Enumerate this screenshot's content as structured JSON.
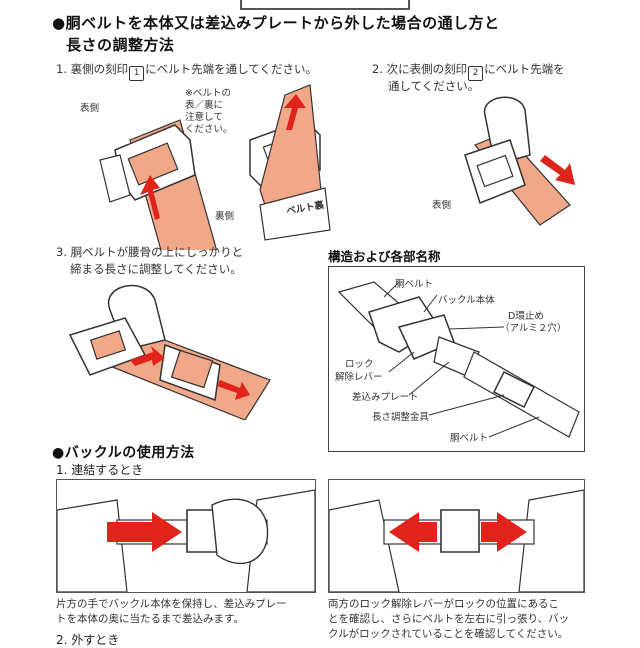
{
  "section1": {
    "title_line1": "●胴ベルトを本体又は差込みプレートから外した場合の通し方と",
    "title_line2": "長さの調整方法",
    "step1_pre": "1. 裏側の刻印",
    "step1_mark": "1",
    "step1_post": "にベルト先端を通してください。",
    "step1_note": [
      "※ベルトの",
      "表／裏に",
      "注意して",
      "ください。"
    ],
    "step1_label_front": "表側",
    "step1_label_back": "裏側",
    "step1_belt_text": "ベルト裏",
    "step2_pre": "2. 次に表側の刻印",
    "step2_mark": "2",
    "step2_post": "にベルト先端を",
    "step2_line2": "通してください。",
    "step2_label_back": "表側",
    "step3_line1": "3. 胴ベルトが腰骨の上にしっかりと",
    "step3_line2": "締まる長さに調整してください。"
  },
  "structure": {
    "title": "構造および各部名称",
    "parts": {
      "belt_top": "胴ベルト",
      "buckle_body": "バックル本体",
      "d_ring_1": "D環止め",
      "d_ring_2": "（アルミ２穴）",
      "lock_1": "ロック",
      "lock_2": "解除レバー",
      "plate": "差込みプレート",
      "adjuster": "長さ調整金具",
      "belt_bottom": "胴ベルト"
    }
  },
  "section2": {
    "title": "●バックルの使用方法",
    "subtitle": "1. 連結するとき",
    "caption_left_1": "片方の手でバックル本体を保持し、差込みプレー",
    "caption_left_2": "トを本体の奥に当たるまで差込みます。",
    "caption_right_1": "両方のロック解除レバーがロックの位置にあるこ",
    "caption_right_2": "とを確認し、さらにベルトを左右に引っ張り、バッ",
    "caption_right_3": "クルがロックされていることを確認してください。",
    "next_heading": "2. 外すとき"
  },
  "colors": {
    "belt": "#f0a888",
    "arrow": "#e0231b",
    "line": "#333333"
  }
}
